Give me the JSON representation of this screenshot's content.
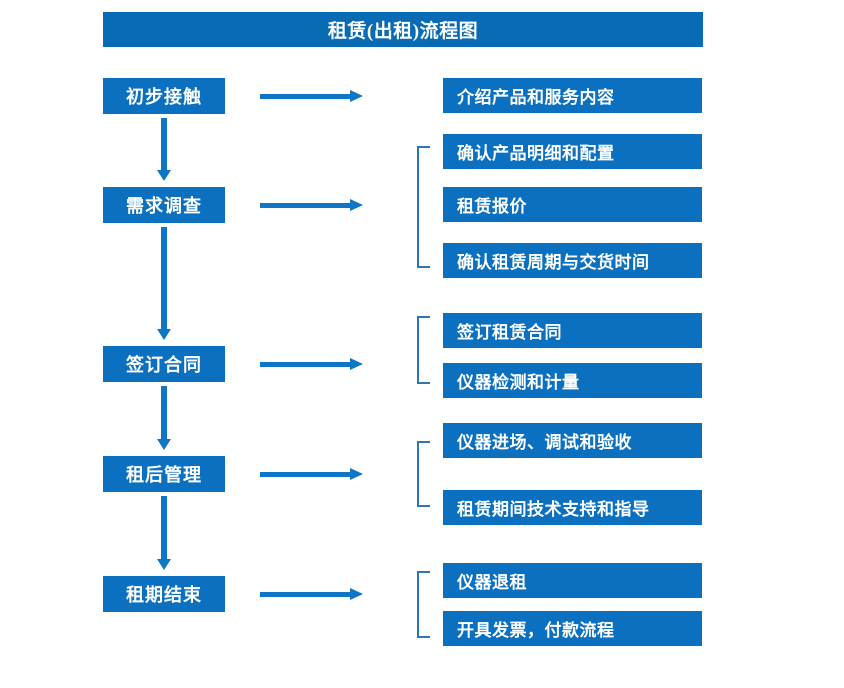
{
  "chart_data": {
    "type": "diagram",
    "title": "租赁(出租)流程图",
    "diagram_kind": "flowchart",
    "orientation": "vertical-stages-with-horizontal-details",
    "stages": [
      {
        "label": "初步接触",
        "details": [
          "介绍产品和服务内容"
        ],
        "bracketed": false
      },
      {
        "label": "需求调查",
        "details": [
          "确认产品明细和配置",
          "租赁报价",
          "确认租赁周期与交货时间"
        ],
        "bracketed": true
      },
      {
        "label": "签订合同",
        "details": [
          "签订租赁合同",
          "仪器检测和计量"
        ],
        "bracketed": true
      },
      {
        "label": "租后管理",
        "details": [
          "仪器进场、调试和验收",
          "租赁期间技术支持和指导"
        ],
        "bracketed": true
      },
      {
        "label": "租期结束",
        "details": [
          "仪器退租",
          "开具发票，付款流程"
        ],
        "bracketed": true
      }
    ]
  },
  "header": {
    "title": "租赁(出租)流程图"
  },
  "stages": [
    {
      "label": "初步接触"
    },
    {
      "label": "需求调查"
    },
    {
      "label": "签订合同"
    },
    {
      "label": "租后管理"
    },
    {
      "label": "租期结束"
    }
  ],
  "details": [
    {
      "label": "介绍产品和服务内容"
    },
    {
      "label": "确认产品明细和配置"
    },
    {
      "label": "租赁报价"
    },
    {
      "label": "确认租赁周期与交货时间"
    },
    {
      "label": "签订租赁合同"
    },
    {
      "label": "仪器检测和计量"
    },
    {
      "label": "仪器进场、调试和验收"
    },
    {
      "label": "租赁期间技术支持和指导"
    },
    {
      "label": "仪器退租"
    },
    {
      "label": "开具发票，付款流程"
    }
  ],
  "colors": {
    "title_bar": "#0a6bb5",
    "box_fill": "#0b70bf",
    "arrow": "#0e76c4",
    "bracket": "#2e75b6",
    "box_text": "#ffffff",
    "background": "#ffffff"
  },
  "icons": {
    "down_arrow": "down-arrow-icon",
    "right_arrow": "right-arrow-icon",
    "group_bracket": "group-bracket-icon"
  }
}
